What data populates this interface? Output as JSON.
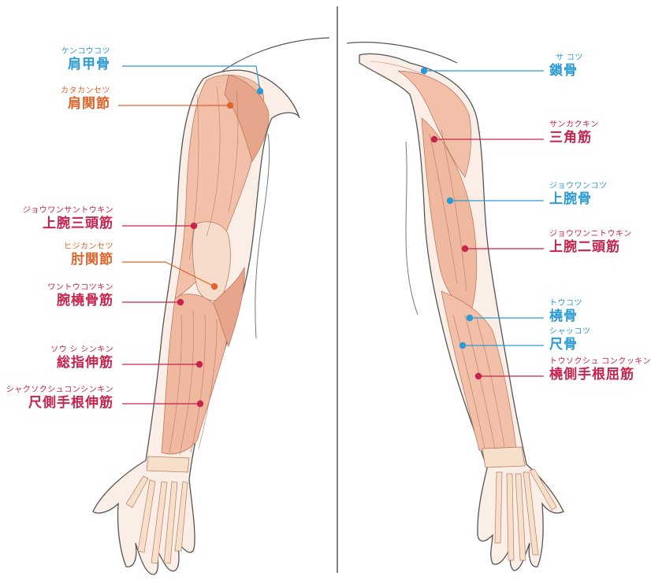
{
  "colors": {
    "bone": "#2a9ad6",
    "joint": "#e0642b",
    "muscle": "#c8234d",
    "skin_outline": "#555555",
    "muscle_fill": "#f2c6b0",
    "muscle_fill_dark": "#e7a68b",
    "bone_fill": "#f6e0c9",
    "divider": "#555555"
  },
  "left_labels": [
    {
      "ruby": "ケンコウコツ",
      "name": "肩甲骨",
      "kind": "bone"
    },
    {
      "ruby": "カタカンセツ",
      "name": "肩関節",
      "kind": "joint"
    },
    {
      "ruby": "ジョウワンサントウキン",
      "name": "上腕三頭筋",
      "kind": "muscle"
    },
    {
      "ruby": "ヒジカンセツ",
      "name": "肘関節",
      "kind": "joint"
    },
    {
      "ruby": "ワントウコツキン",
      "name": "腕橈骨筋",
      "kind": "muscle"
    },
    {
      "ruby": "ソウ シ シンキン",
      "name": "総指伸筋",
      "kind": "muscle"
    },
    {
      "ruby": "シャクソクシュコンシンキン",
      "name": "尺側手根伸筋",
      "kind": "muscle"
    }
  ],
  "right_labels": [
    {
      "ruby": "サ コツ",
      "name": "鎖骨",
      "kind": "bone"
    },
    {
      "ruby": "サンカクキン",
      "name": "三角筋",
      "kind": "muscle"
    },
    {
      "ruby": "ジョウワンコツ",
      "name": "上腕骨",
      "kind": "bone"
    },
    {
      "ruby": "ジョウワンニトウキン",
      "name": "上腕二頭筋",
      "kind": "muscle"
    },
    {
      "ruby": "トウコツ",
      "name": "橈骨",
      "kind": "bone"
    },
    {
      "ruby": "シャッコツ",
      "name": "尺骨",
      "kind": "bone"
    },
    {
      "ruby": "トウソクシュ コンクッキン",
      "name": "橈側手根屈筋",
      "kind": "muscle"
    }
  ]
}
